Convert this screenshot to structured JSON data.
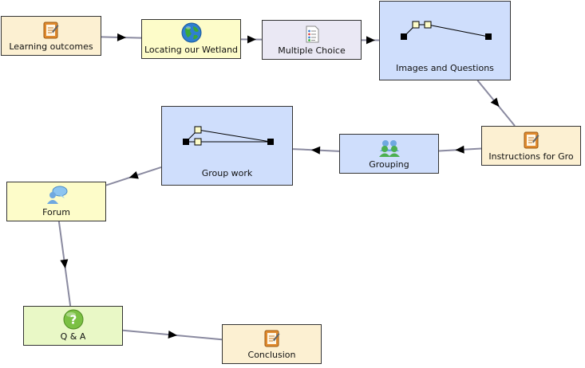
{
  "colors": {
    "edge": "#8a8aa0",
    "arrow": "#000000",
    "node_border": "#333333"
  },
  "nodes": [
    {
      "id": "learning-outcomes",
      "label": "Learning outcomes",
      "icon": "notepad-icon",
      "color": "#fcf0d2"
    },
    {
      "id": "locating-wetland",
      "label": "Locating our Wetland",
      "icon": "globe-icon",
      "color": "#fdfcc9"
    },
    {
      "id": "multiple-choice",
      "label": "Multiple Choice",
      "icon": "checklist-icon",
      "color": "#eae8f4"
    },
    {
      "id": "images-questions",
      "label": "Images and Questions",
      "icon": "branching-icon",
      "color": "#cfdefc"
    },
    {
      "id": "instructions-group",
      "label": "Instructions for Gro",
      "icon": "notepad-icon",
      "color": "#fcf0d2"
    },
    {
      "id": "grouping",
      "label": "Grouping",
      "icon": "people-icon",
      "color": "#cfdefc"
    },
    {
      "id": "group-work",
      "label": "Group work",
      "icon": "branching-icon",
      "color": "#cfdefc"
    },
    {
      "id": "forum",
      "label": "Forum",
      "icon": "chat-icon",
      "color": "#fdfcc9"
    },
    {
      "id": "qa",
      "label": "Q & A",
      "icon": "question-icon",
      "color": "#e9f8c6"
    },
    {
      "id": "conclusion",
      "label": "Conclusion",
      "icon": "notepad-icon",
      "color": "#fcf0d2"
    }
  ],
  "edges": [
    [
      "learning-outcomes",
      "locating-wetland"
    ],
    [
      "locating-wetland",
      "multiple-choice"
    ],
    [
      "multiple-choice",
      "images-questions"
    ],
    [
      "images-questions",
      "instructions-group"
    ],
    [
      "instructions-group",
      "grouping"
    ],
    [
      "grouping",
      "group-work"
    ],
    [
      "group-work",
      "forum"
    ],
    [
      "forum",
      "qa"
    ],
    [
      "qa",
      "conclusion"
    ]
  ]
}
